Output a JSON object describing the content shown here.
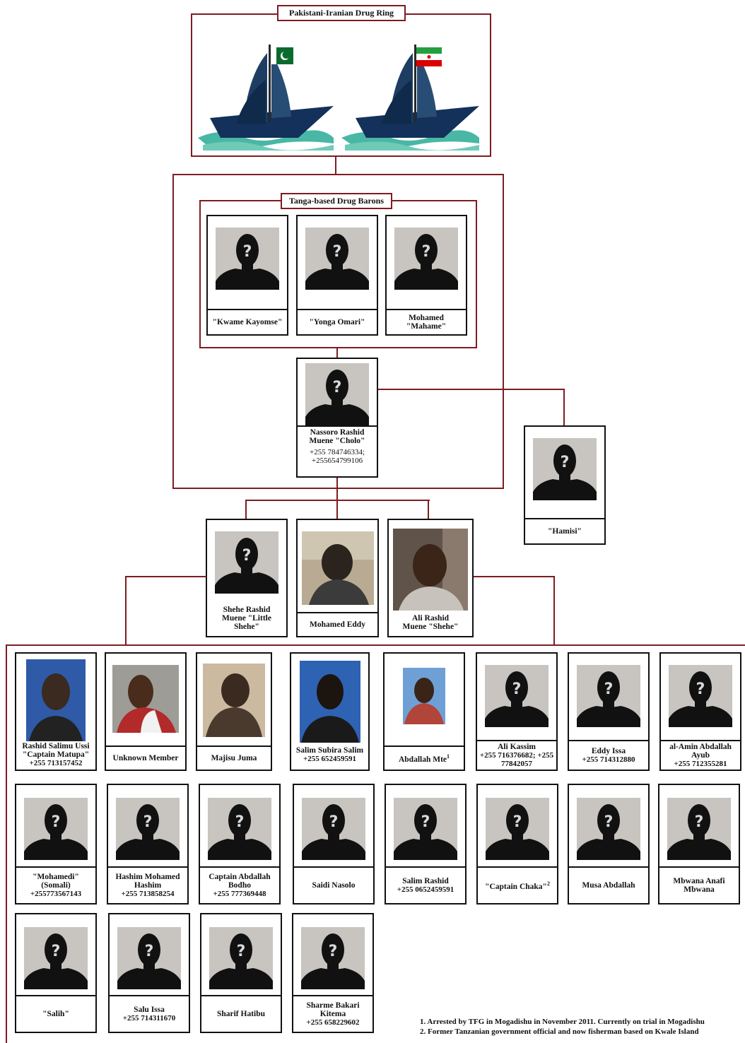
{
  "ring": {
    "title": "Pakistani-Iranian Drug Ring"
  },
  "barons": {
    "title": "Tanga-based Drug Barons",
    "members": [
      {
        "name": "\"Kwame Kayomse\""
      },
      {
        "name": "\"Yonga Omari\""
      },
      {
        "name": "Mohamed \"Mahame\""
      }
    ]
  },
  "leader": {
    "name": "Nassoro Rashid Muene \"Cholo\"",
    "phone": "+255 784746334; +255654799106"
  },
  "hamisi": {
    "name": "\"Hamisi\""
  },
  "lieutenants": [
    {
      "name": "Shehe Rashid Muene \"Little Shehe\""
    },
    {
      "name": "Mohamed Eddy"
    },
    {
      "name": "Ali Rashid Muene \"Shehe\""
    }
  ],
  "row1": [
    {
      "name": "Rashid Salimu Ussi \"Captain Matupa\"",
      "phone": "+255 713157452",
      "photo": "real"
    },
    {
      "name": "Unknown Member",
      "phone": "",
      "photo": "real"
    },
    {
      "name": "Majisu Juma",
      "phone": "",
      "photo": "real"
    },
    {
      "name": "Salim Subira Salim",
      "phone": "+255 652459591",
      "photo": "real"
    },
    {
      "name": "Abdallah Mte",
      "sup": "1",
      "phone": "",
      "photo": "real"
    },
    {
      "name": "Ali Kassim",
      "phone": "+255 716376682; +255 77842057",
      "photo": "unknown"
    },
    {
      "name": "Eddy Issa",
      "phone": "+255 714312880",
      "photo": "unknown"
    },
    {
      "name": "al-Amin Abdallah Ayub",
      "phone": "+255 712355281",
      "photo": "unknown"
    }
  ],
  "row2": [
    {
      "name": "\"Mohamedi\" (Somali)",
      "phone": "+255773567143"
    },
    {
      "name": "Hashim Mohamed Hashim",
      "phone": "+255 713858254"
    },
    {
      "name": "Captain Abdallah Bodho",
      "phone": "+255 777369448"
    },
    {
      "name": "Saidi Nasolo",
      "phone": ""
    },
    {
      "name": "Salim Rashid",
      "phone": "+255 0652459591"
    },
    {
      "name": "\"Captain Chaka\"",
      "sup": "2",
      "phone": ""
    },
    {
      "name": "Musa Abdallah",
      "phone": ""
    },
    {
      "name": "Mbwana Anafi Mbwana",
      "phone": ""
    }
  ],
  "row3": [
    {
      "name": "\"Salih\"",
      "phone": ""
    },
    {
      "name": "Salu Issa",
      "phone": "+255 714311670"
    },
    {
      "name": "Sharif Hatibu",
      "phone": ""
    },
    {
      "name": "Sharme Bakari Kitema",
      "phone": "+255 658229602"
    }
  ],
  "footnotes": [
    "1. Arrested by TFG in Mogadishu in November 2011. Currently on trial in Mogadishu",
    "2. Former Tanzanian government official and now fisherman based on Kwale Island"
  ],
  "colors": {
    "frame": "#7d1d22",
    "silhouette": "#111111",
    "photo_bg": "#c8c4bf"
  },
  "icons": {
    "unknown": "silhouette-question-icon",
    "flag_left": "pakistan-flag-icon",
    "flag_right": "iran-flag-icon"
  }
}
